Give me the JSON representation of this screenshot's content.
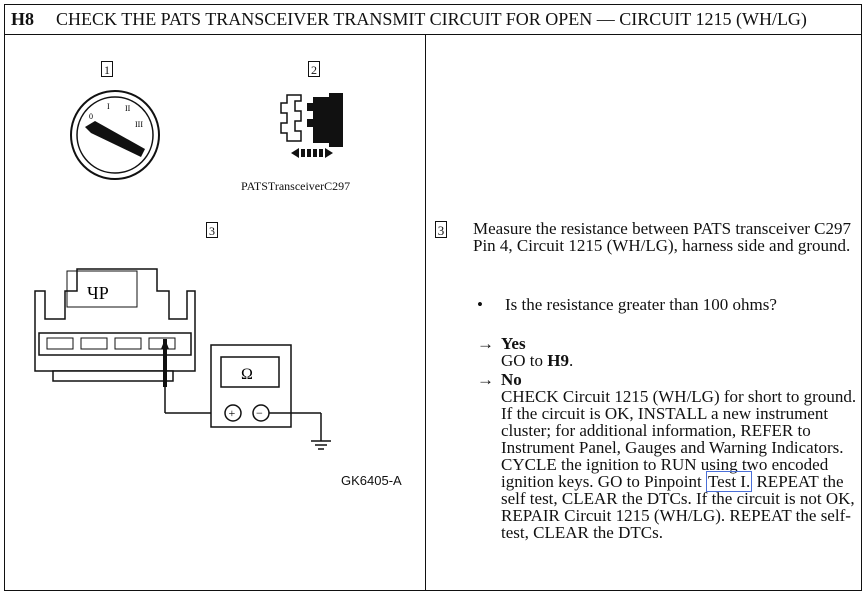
{
  "header": {
    "step_id": "H8",
    "title": "CHECK THE PATS TRANSCEIVER TRANSMIT CIRCUIT FOR OPEN — CIRCUIT 1215 (WH/LG)"
  },
  "left": {
    "callouts": [
      "1",
      "2",
      "3"
    ],
    "caption_connector": "PATSTransceiverC297",
    "ohm_symbol": "Ω",
    "plus": "+",
    "minus": "−",
    "ignition_labels": [
      "0",
      "I",
      "II",
      "III"
    ],
    "reference_code": "GK6405-A"
  },
  "right": {
    "step_number": "3",
    "instruction": "Measure the resistance between PATS transceiver C297 Pin 4, Circuit 1215 (WH/LG), harness side and ground.",
    "question_bullet": "•",
    "question": "Is the resistance greater than 100 ohms?",
    "arrow": "→",
    "yes": {
      "title": "Yes",
      "go_to_prefix": "GO to ",
      "go_to_target": "H9",
      "go_to_suffix": "."
    },
    "no": {
      "title": "No",
      "body_before_link": "CHECK Circuit 1215 (WH/LG) for short to ground. If the circuit is OK, INSTALL a new instrument cluster; for additional information, REFER to Instrument Panel, Gauges and Warning Indicators. CYCLE the ignition to RUN using two encoded ignition keys. GO to Pinpoint ",
      "link_text": "Test I.",
      "body_after_link": " REPEAT the self test, CLEAR the DTCs. If the circuit is not OK, REPAIR Circuit 1215 (WH/LG). REPEAT the self-test, CLEAR the DTCs."
    }
  }
}
